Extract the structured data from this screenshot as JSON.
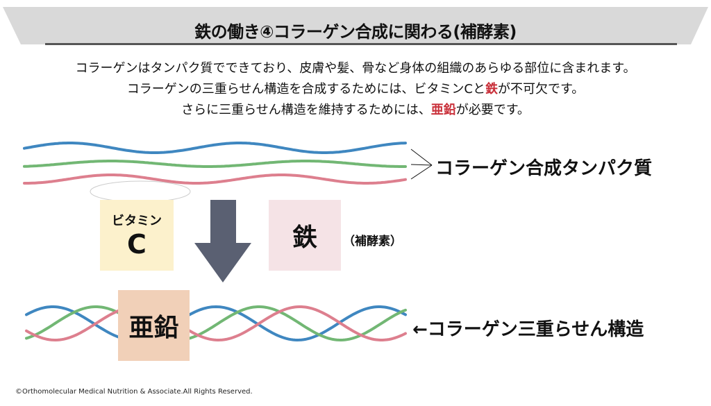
{
  "title": "鉄の働き④コラーゲン合成に関わる(補酵素)",
  "intro": {
    "line1": "コラーゲンはタンパク質でできており、皮膚や髪、骨など身体の組織のあらゆる部位に含まれます。",
    "line2_a": "コラーゲンの三重らせん構造を合成するためには、ビタミンCと",
    "line2_b": "鉄",
    "line2_c": "が不可欠です。",
    "line3_a": "さらに三重らせん構造を維持するためには、",
    "line3_b": "亜鉛",
    "line3_c": "が必要です。"
  },
  "diagram": {
    "vitamin_small": "ビタミン",
    "vitamin_big": "C",
    "iron": "鉄",
    "cofactor": "（補酵素）",
    "zinc": "亜鉛",
    "label_top": "コラーゲン合成タンパク質",
    "label_bottom": "←コラーゲン三重らせん構造"
  },
  "colors": {
    "blue": "#3f87c0",
    "green": "#72b774",
    "pink": "#dd7f8e",
    "arrow": "#5a6072",
    "accent": "#c9303a"
  },
  "footer": "©Orthomolecular Medical Nutrition & Associate.All Rights Reserved."
}
